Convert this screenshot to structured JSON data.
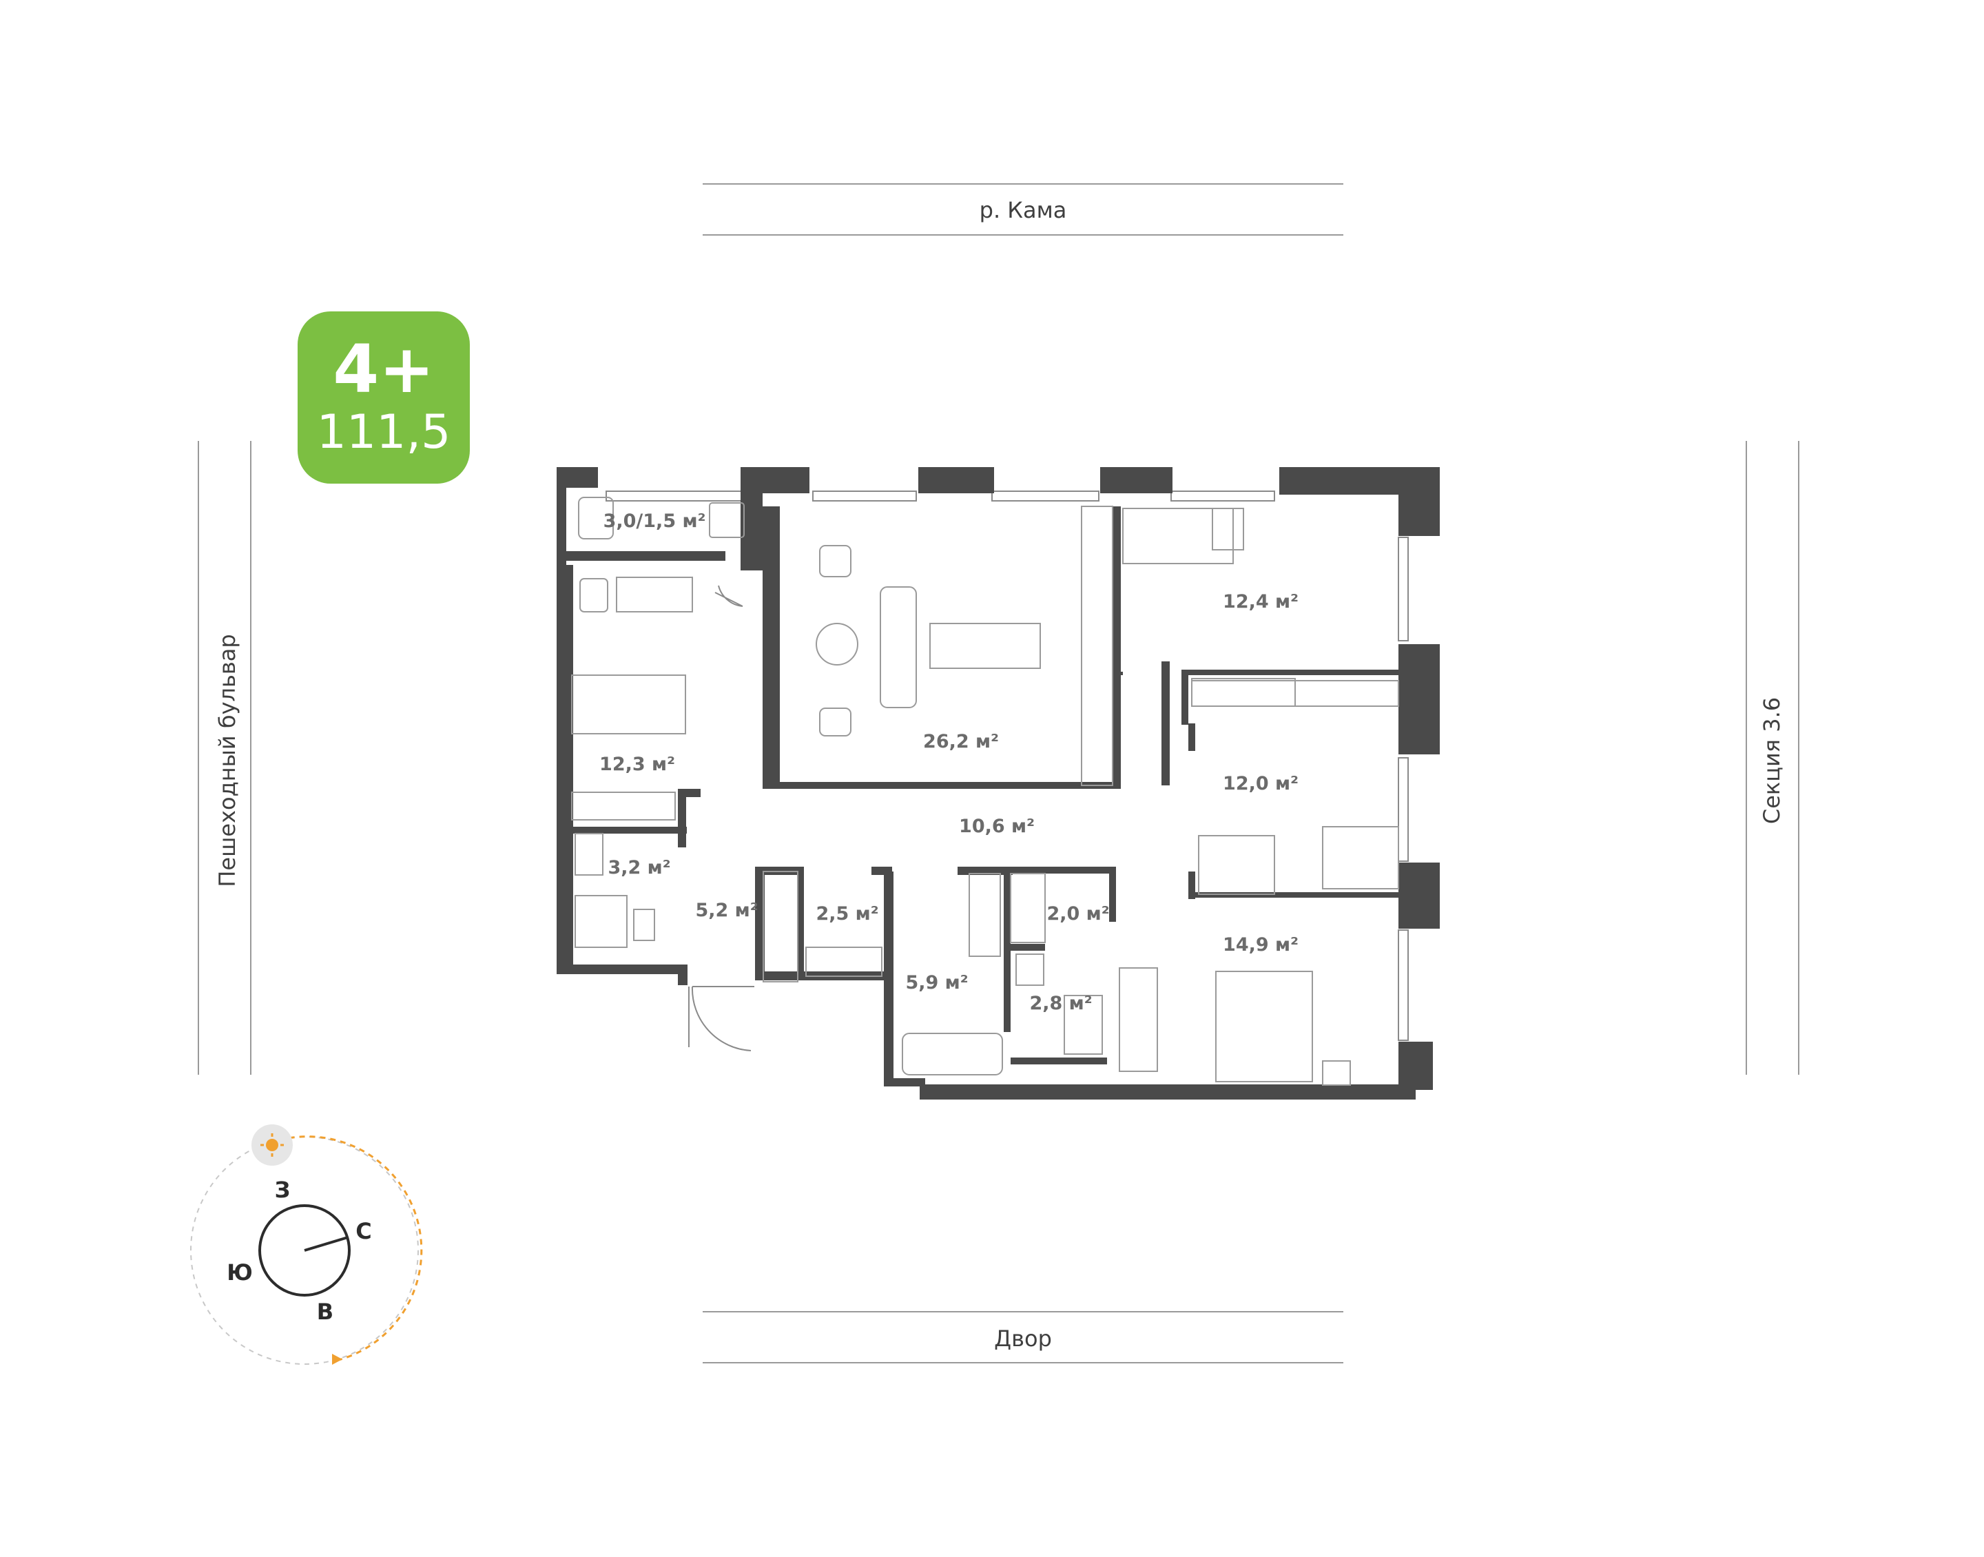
{
  "badge": {
    "rooms": "4+",
    "area": "111,5"
  },
  "surroundings": {
    "top": "р. Кама",
    "bottom": "Двор",
    "left": "Пешеходный бульвар",
    "right": "Секция 3.6"
  },
  "rooms": [
    {
      "id": "balcony",
      "label": "3,0/1,5 м²"
    },
    {
      "id": "bedroom-west",
      "label": "12,3 м²"
    },
    {
      "id": "kitchen-living",
      "label": "26,2 м²"
    },
    {
      "id": "bedroom-north-east",
      "label": "12,4 м²"
    },
    {
      "id": "bedroom-east",
      "label": "12,0 м²"
    },
    {
      "id": "hall",
      "label": "10,6 м²"
    },
    {
      "id": "bathroom-west",
      "label": "3,2 м²"
    },
    {
      "id": "entrance",
      "label": "5,2 м²"
    },
    {
      "id": "wardrobe",
      "label": "2,5 м²"
    },
    {
      "id": "bathroom-main",
      "label": "5,9 м²"
    },
    {
      "id": "storage",
      "label": "2,0 м²"
    },
    {
      "id": "bathroom-small",
      "label": "2,8 м²"
    },
    {
      "id": "master-bedroom",
      "label": "14,9 м²"
    }
  ],
  "compass": {
    "north": "С",
    "south": "Ю",
    "east": "В",
    "west": "З"
  },
  "colors": {
    "accent": "#7cbf42",
    "wall": "#4a4a4a",
    "sun_path": "#f0a030"
  },
  "icons": [
    "sun-icon",
    "compass-icon"
  ]
}
